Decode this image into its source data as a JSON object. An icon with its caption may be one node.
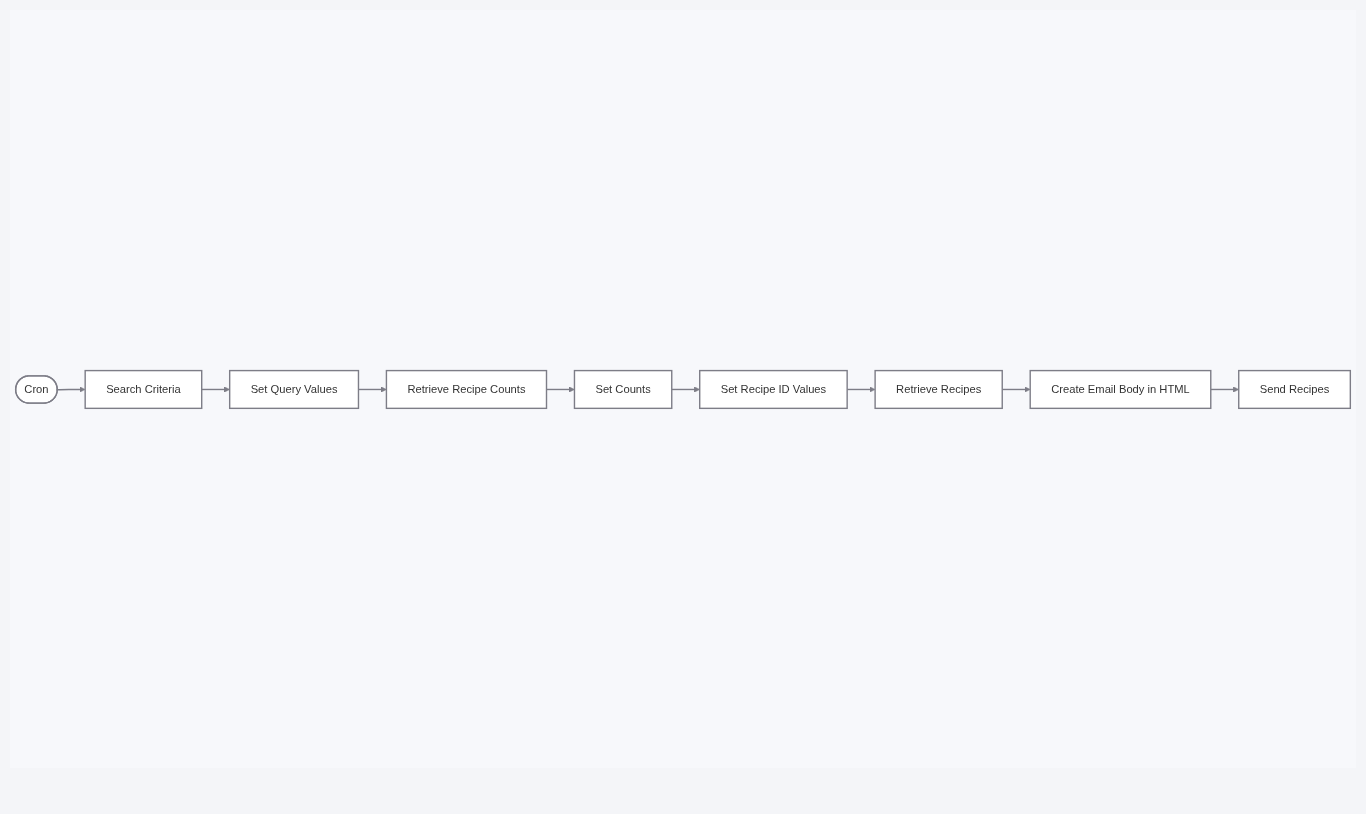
{
  "diagram": {
    "nodes": [
      {
        "text": [
          "Cron"
        ]
      },
      {
        "text": [
          "Search Criteria"
        ]
      },
      {
        "text": [
          "Set Query Values"
        ]
      },
      {
        "text": [
          "Retrieve Recipe Counts"
        ]
      },
      {
        "text": [
          "Set Counts"
        ]
      },
      {
        "text": [
          "Set Recipe ID Values"
        ]
      },
      {
        "text": [
          "Retrieve Recipes"
        ]
      },
      {
        "text": [
          "Create Email Body in HTML"
        ]
      },
      {
        "text": [
          "Send Recipes"
        ]
      }
    ],
    "edges": [
      {
        "from": 0,
        "to": 1,
        "arrow": "to"
      },
      {
        "from": 1,
        "to": 2,
        "arrow": "to"
      },
      {
        "from": 2,
        "to": 3,
        "arrow": "to"
      },
      {
        "from": 3,
        "to": 4,
        "arrow": "to"
      },
      {
        "from": 4,
        "to": 5,
        "arrow": "to"
      },
      {
        "from": 5,
        "to": 6,
        "arrow": "to"
      },
      {
        "from": 6,
        "to": 7,
        "arrow": "to"
      },
      {
        "from": 7,
        "to": 8,
        "arrow": "to"
      }
    ]
  }
}
